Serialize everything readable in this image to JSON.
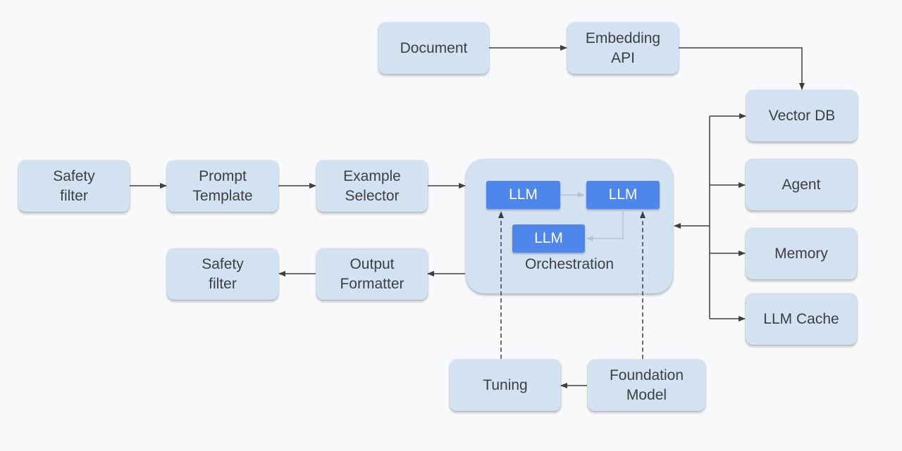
{
  "nodes": {
    "document": "Document",
    "embedding_api": "Embedding\nAPI",
    "vector_db": "Vector DB",
    "agent": "Agent",
    "memory": "Memory",
    "llm_cache": "LLM Cache",
    "safety_filter_in": "Safety\nfilter",
    "prompt_template": "Prompt\nTemplate",
    "example_selector": "Example\nSelector",
    "output_formatter": "Output\nFormatter",
    "safety_filter_out": "Safety\nfilter",
    "tuning": "Tuning",
    "foundation_model": "Foundation\nModel"
  },
  "orchestration": {
    "label": "Orchestration",
    "llm_1": "LLM",
    "llm_2": "LLM",
    "llm_3": "LLM"
  },
  "colors": {
    "box_fill": "#d3e2f0",
    "llm_fill": "#4f86ec",
    "arrow": "#3c4043",
    "inner_arrow": "#b9c3cf",
    "background": "#f8f9fb"
  }
}
